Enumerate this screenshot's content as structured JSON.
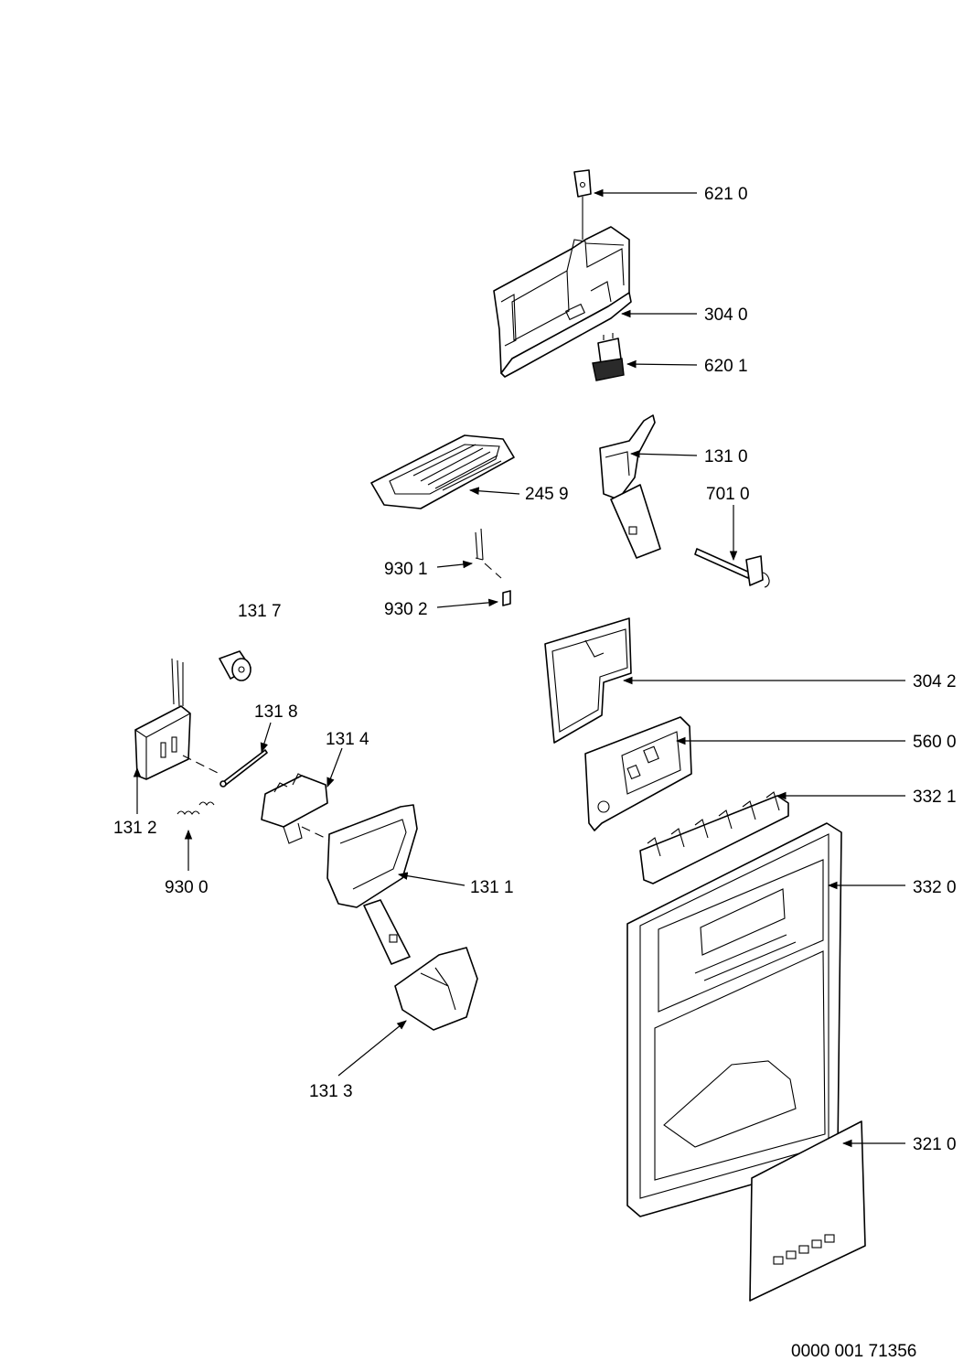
{
  "diagram": {
    "document_number": "0000 001 71356",
    "callouts": [
      {
        "id": "c-621-0",
        "label": "621 0"
      },
      {
        "id": "c-304-0",
        "label": "304 0"
      },
      {
        "id": "c-620-1",
        "label": "620 1"
      },
      {
        "id": "c-131-0",
        "label": "131 0"
      },
      {
        "id": "c-701-0",
        "label": "701 0"
      },
      {
        "id": "c-245-9",
        "label": "245 9"
      },
      {
        "id": "c-930-1",
        "label": "930 1"
      },
      {
        "id": "c-930-2",
        "label": "930 2"
      },
      {
        "id": "c-131-7",
        "label": "131 7"
      },
      {
        "id": "c-304-2",
        "label": "304 2"
      },
      {
        "id": "c-131-8",
        "label": "131 8"
      },
      {
        "id": "c-131-4",
        "label": "131 4"
      },
      {
        "id": "c-560-0",
        "label": "560 0"
      },
      {
        "id": "c-332-1",
        "label": "332 1"
      },
      {
        "id": "c-131-2",
        "label": "131 2"
      },
      {
        "id": "c-930-0",
        "label": "930 0"
      },
      {
        "id": "c-131-1",
        "label": "131 1"
      },
      {
        "id": "c-332-0",
        "label": "332 0"
      },
      {
        "id": "c-131-3",
        "label": "131 3"
      },
      {
        "id": "c-321-0",
        "label": "321 0"
      }
    ]
  }
}
